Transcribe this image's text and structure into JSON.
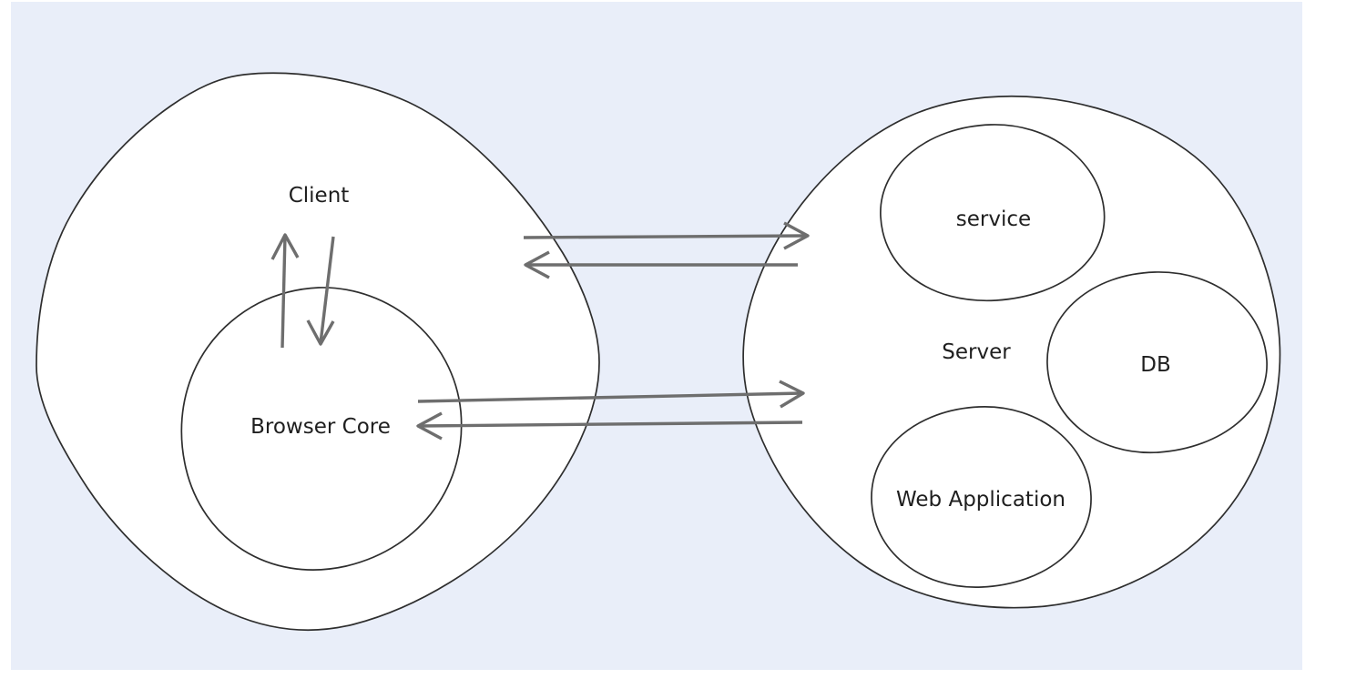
{
  "colors": {
    "page_background": "#ffffff",
    "canvas_background": "#e9eef9",
    "shape_outline": "#2e2e2e",
    "shape_fill": "#ffffff",
    "arrow": "#6e6e6e",
    "label_text": "#1f1f1f"
  },
  "nodes": {
    "client": {
      "label": "Client"
    },
    "browser_core": {
      "label": "Browser Core"
    },
    "server": {
      "label": "Server"
    },
    "service": {
      "label": "service"
    },
    "db": {
      "label": "DB"
    },
    "web_application": {
      "label": "Web Application"
    }
  },
  "arrows": [
    {
      "name": "browser-core-to-client",
      "direction": "up"
    },
    {
      "name": "client-to-browser-core",
      "direction": "down"
    },
    {
      "name": "client-to-server-top",
      "direction": "right"
    },
    {
      "name": "server-to-client-top",
      "direction": "left"
    },
    {
      "name": "browser-core-to-server",
      "direction": "right"
    },
    {
      "name": "server-to-browser-core",
      "direction": "left"
    }
  ]
}
